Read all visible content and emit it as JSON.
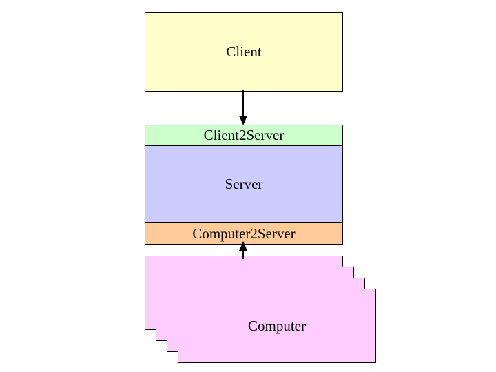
{
  "diagram": {
    "title": "Client Server Computer layered diagram",
    "background": "#ffffff",
    "nodes": {
      "client": {
        "label": "Client",
        "color": "#ffffcc"
      },
      "client2server": {
        "label": "Client2Server",
        "color": "#ccffcc"
      },
      "server": {
        "label": "Server",
        "color": "#ccccff"
      },
      "computer2server": {
        "label": "Computer2Server",
        "color": "#ffcc99"
      },
      "computer": {
        "label": "Computer",
        "color": "#ffccff",
        "stack_count": 4
      }
    },
    "edges": [
      {
        "name": "client-to-client2server",
        "from": "client",
        "to": "client2server",
        "direction": "down",
        "label": ""
      },
      {
        "name": "computer-to-computer2server",
        "from": "computer",
        "to": "computer2server",
        "direction": "up",
        "label": ""
      }
    ],
    "stroke_color": "#000000"
  }
}
